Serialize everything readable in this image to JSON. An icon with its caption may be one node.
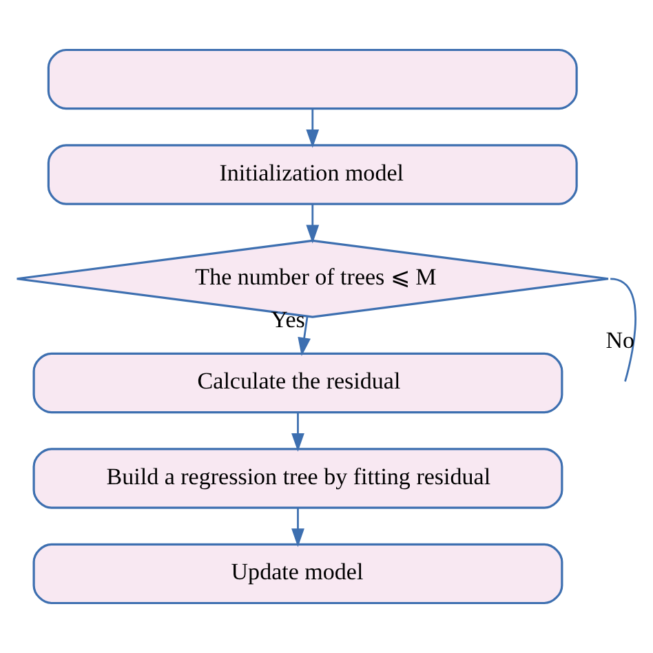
{
  "diagram": {
    "nodes": [
      {
        "text": [],
        "shape": "box"
      },
      {
        "text": [
          "Initialization model"
        ]
      },
      {
        "text": [
          "The number of trees ⩽ M"
        ]
      },
      {
        "text": [
          "Calculate the residual"
        ]
      },
      {
        "text": [
          "Build a regression tree by fitting residual"
        ]
      },
      {
        "text": [
          "Update model"
        ]
      }
    ],
    "edges": [
      {
        "from": 0,
        "to": 1,
        "arrow": "to"
      },
      {
        "from": 1,
        "to": 2,
        "arrow": "to"
      },
      {
        "from": 2,
        "to": 3,
        "arrow": "to",
        "label": "Yes"
      },
      {
        "from": 3,
        "to": 4,
        "arrow": "to"
      },
      {
        "from": 4,
        "to": 5,
        "arrow": "to"
      },
      {
        "from": 2,
        "to": null,
        "arrow": "none",
        "label": "No"
      }
    ]
  }
}
